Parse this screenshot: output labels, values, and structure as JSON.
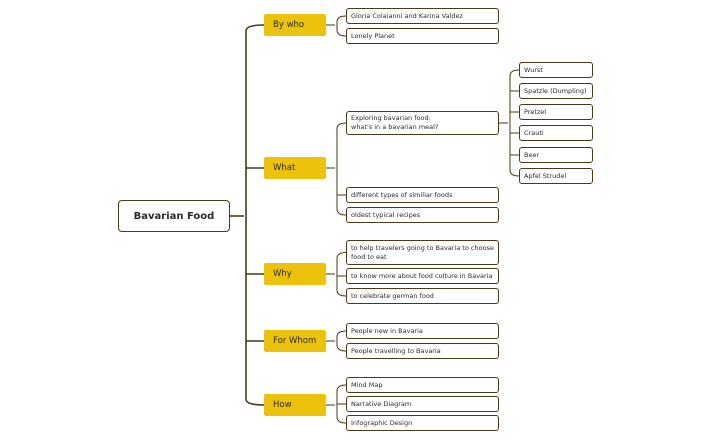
{
  "title": "Bavarian Food",
  "categories": [
    {
      "label": "By who",
      "items": [
        "Gloria Colaianni and Karina Valdez",
        "Lonely Planet"
      ]
    },
    {
      "label": "What",
      "items": [
        {
          "label": "Exploring bavarian food:\nwhat's in a bavarian meal?",
          "children": [
            "Wurst",
            "Spatzle (Dumpling)",
            "Pretzel",
            "Crauti",
            "Beer",
            "Apfel Strudel"
          ]
        },
        "different types of similiar foods",
        "oldest typical recipes"
      ]
    },
    {
      "label": "Why",
      "items": [
        "to help travelers going to Bavaria to choose\nfood to eat",
        "to know more about food culture in Bavaria",
        "to celebrate german food"
      ]
    },
    {
      "label": "For Whom",
      "items": [
        "People new in Bavaria",
        "People travelling to Bavaria"
      ]
    },
    {
      "label": "How",
      "items": [
        "Mind Map",
        "Narrative Diagram",
        "Infographic Design"
      ]
    }
  ],
  "colors": {
    "accent": "#ecc20d",
    "line": "#4a3a17"
  }
}
